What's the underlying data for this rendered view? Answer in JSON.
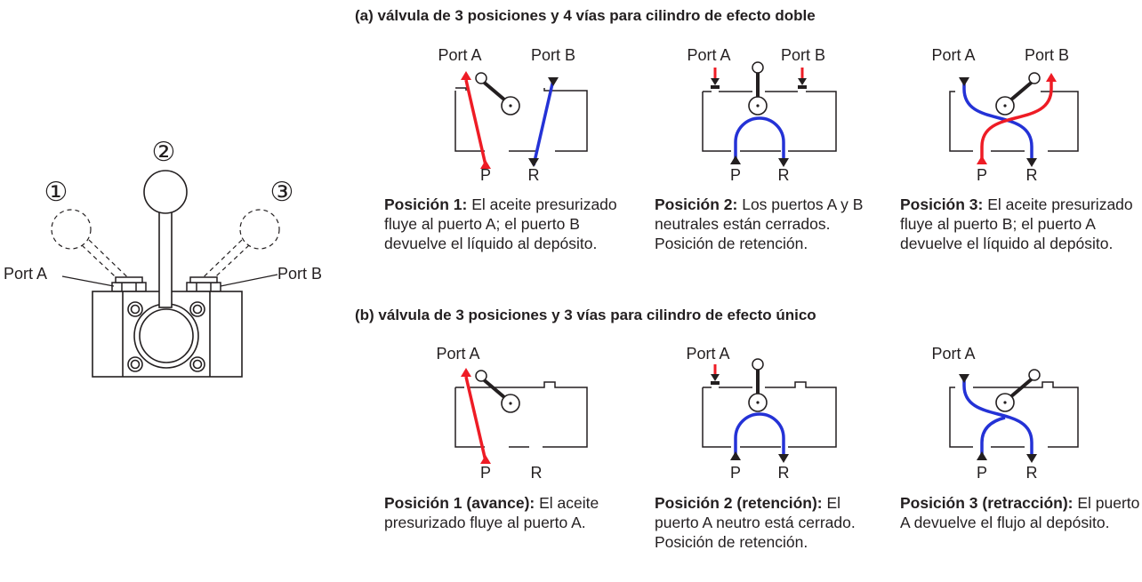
{
  "lever": {
    "pos1": "①",
    "pos2": "②",
    "pos3": "③",
    "port_a": "Port A",
    "port_b": "Port B"
  },
  "section_a": {
    "title": "(a) válvula de 3 posiciones y 4 vías para cilindro de efecto doble",
    "diagrams": [
      {
        "port_a": "Port A",
        "port_b": "Port B",
        "p": "P",
        "r": "R"
      },
      {
        "port_a": "Port A",
        "port_b": "Port B",
        "p": "P",
        "r": "R"
      },
      {
        "port_a": "Port A",
        "port_b": "Port B",
        "p": "P",
        "r": "R"
      }
    ],
    "captions": [
      {
        "heading": "Posición 1:",
        "text": " El aceite presurizado fluye al puerto A; el puerto B devuelve el líquido al depósito."
      },
      {
        "heading": "Posición 2:",
        "text": " Los puertos A y B neutrales están cerrados. Posición de retención."
      },
      {
        "heading": "Posición 3:",
        "text": " El aceite presurizado fluye al puerto B; el puerto A devuelve el líquido al depósito."
      }
    ]
  },
  "section_b": {
    "title": "(b) válvula de 3 posiciones y 3 vías para cilindro de efecto único",
    "diagrams": [
      {
        "port_a": "Port A",
        "p": "P",
        "r": "R"
      },
      {
        "port_a": "Port A",
        "p": "P",
        "r": "R"
      },
      {
        "port_a": "Port A",
        "p": "P",
        "r": "R"
      }
    ],
    "captions": [
      {
        "heading": "Posición 1 (avance):",
        "text": " El aceite presurizado fluye al puerto A."
      },
      {
        "heading": "Posición 2 (retención):",
        "text": " El puerto A neutro está cerrado. Posición de retención."
      },
      {
        "heading": "Posición 3 (retracción):",
        "text": " El puerto A devuelve el flujo al depósito."
      }
    ]
  },
  "colors": {
    "pressure": "#ee1c25",
    "return": "#2432d6",
    "line": "#231f20"
  }
}
